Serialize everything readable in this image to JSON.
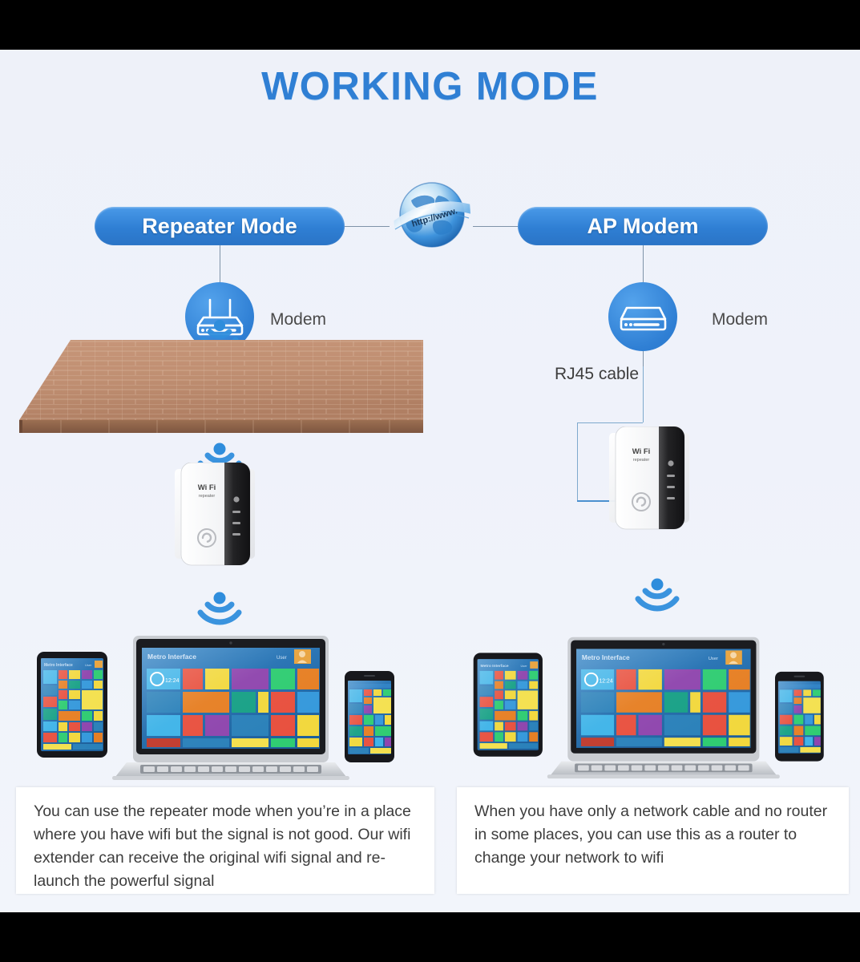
{
  "page": {
    "title": "WORKING MODE",
    "background_color": "#eef1f9",
    "accent_color": "#2f7fd4",
    "letterbox_color": "#000000"
  },
  "globe": {
    "banner_text": "http://www.",
    "icon": "globe-internet-icon"
  },
  "modes": [
    {
      "id": "repeater",
      "pill_label": "Repeater Mode",
      "modem_label": "Modem",
      "modem_icon": "router-with-antennas-icon",
      "obstacle": "brick-wall",
      "device_label": "wifi-repeater-device",
      "caption": "You can use the repeater mode when you’re in a place where you have wifi but the signal is not good. Our wifi extender can receive the original wifi signal and re-launch the powerful signal"
    },
    {
      "id": "ap_modem",
      "pill_label": "AP Modem",
      "modem_label": "Modem",
      "modem_icon": "modem-box-icon",
      "cable_label": "RJ45 cable",
      "device_label": "wifi-repeater-device",
      "caption": "When you have only a network cable and no router in some places, you can use this as a router to change your network to wifi"
    }
  ],
  "device_screen": {
    "header": "Metro Interface",
    "user_label": "User"
  },
  "repeater_device": {
    "brand_line1": "Wi Fi",
    "brand_line2": "repeater"
  }
}
